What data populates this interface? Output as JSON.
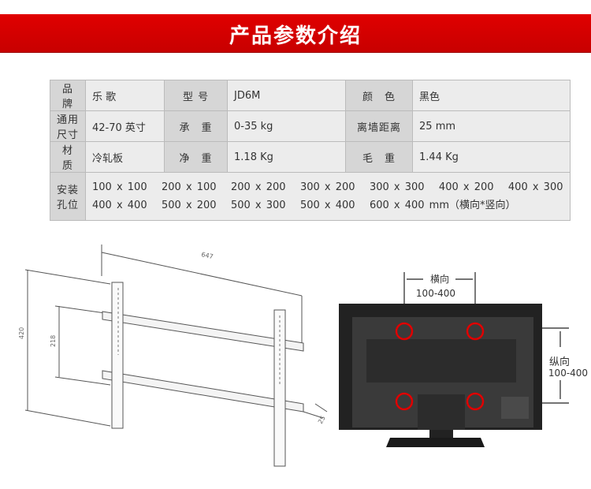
{
  "title": "产品参数介绍",
  "specs": [
    [
      {
        "label": "品　牌",
        "value": "乐 歌"
      },
      {
        "label": "型 号",
        "value": "JD6M"
      },
      {
        "label": "颜　色",
        "value": "黑色"
      }
    ],
    [
      {
        "label": "通用尺寸",
        "value": "42-70 英寸"
      },
      {
        "label": "承　重",
        "value": "0-35 kg"
      },
      {
        "label": "离墙距离",
        "value": "25 mm"
      }
    ],
    [
      {
        "label": "材　质",
        "value": "冷轧板"
      },
      {
        "label": "净　重",
        "value": "1.18 Kg"
      },
      {
        "label": "毛　重",
        "value": "1.44 Kg"
      }
    ]
  ],
  "mount": {
    "label": "安装孔位",
    "line1": "100 x 100   200 x 100   200 x 200   300 x 200   300 x 300   400 x 200   400 x 300",
    "line2": "400 x 400   500 x 200   500 x 300   500 x 400   600 x 400 mm（横向*竖向）"
  },
  "diagram": {
    "width": "647",
    "height": "420",
    "inner": "218",
    "depth": "25"
  },
  "tv": {
    "h_label": "横向",
    "h_range": "100-400",
    "v_label": "纵向",
    "v_range": "100-400",
    "highlight": "#e00000"
  }
}
